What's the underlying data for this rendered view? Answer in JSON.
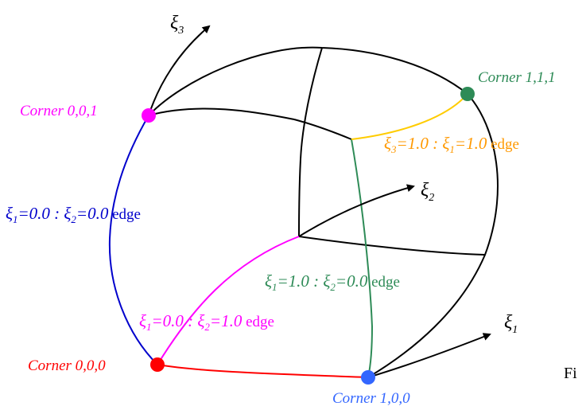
{
  "diagram": {
    "corners": {
      "c000": {
        "label": "Corner 0,0,0",
        "color": "#ff0000"
      },
      "c100": {
        "label": "Corner 1,0,0",
        "color": "#3366ff"
      },
      "c001": {
        "label": "Corner 0,0,1",
        "color": "#ff00ff"
      },
      "c111": {
        "label": "Corner 1,1,1",
        "color": "#2e8b57"
      }
    },
    "axes": {
      "xi1": {
        "symbol": "ξ",
        "sub": "1"
      },
      "xi2": {
        "symbol": "ξ",
        "sub": "2"
      },
      "xi3": {
        "symbol": "ξ",
        "sub": "3"
      }
    },
    "edges": {
      "e_blue": {
        "a_sym": "ξ",
        "a_sub": "1",
        "a_val": "=0.0 : ",
        "b_sym": "ξ",
        "b_sub": "2",
        "b_val": "=0.0",
        "suffix": " edge",
        "color": "#0000cc"
      },
      "e_magenta": {
        "a_sym": "ξ",
        "a_sub": "1",
        "a_val": "=0.0 : ",
        "b_sym": "ξ",
        "b_sub": "2",
        "b_val": "=1.0",
        "suffix": " edge",
        "color": "#ff00ff"
      },
      "e_green": {
        "a_sym": "ξ",
        "a_sub": "1",
        "a_val": "=1.0 : ",
        "b_sym": "ξ",
        "b_sub": "2",
        "b_val": "=0.0",
        "suffix": " edge",
        "color": "#2e8b57"
      },
      "e_orange": {
        "a_sym": "ξ",
        "a_sub": "3",
        "a_val": "=1.0 : ",
        "b_sym": "ξ",
        "b_sub": "1",
        "b_val": "=1.0",
        "suffix": " edge",
        "color": "#ff9900"
      }
    },
    "trailing_text": "Fi"
  }
}
